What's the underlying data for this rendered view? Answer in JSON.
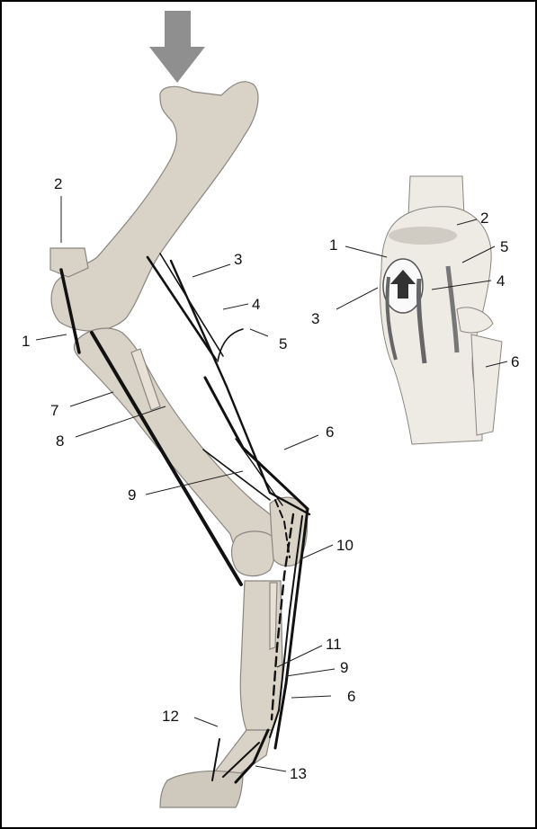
{
  "figure": {
    "main_labels": [
      {
        "id": "main-label-2",
        "text": "2"
      },
      {
        "id": "main-label-1",
        "text": "1"
      },
      {
        "id": "main-label-3",
        "text": "3"
      },
      {
        "id": "main-label-4",
        "text": "4"
      },
      {
        "id": "main-label-5",
        "text": "5"
      },
      {
        "id": "main-label-7",
        "text": "7"
      },
      {
        "id": "main-label-8",
        "text": "8"
      },
      {
        "id": "main-label-6a",
        "text": "6"
      },
      {
        "id": "main-label-9a",
        "text": "9"
      },
      {
        "id": "main-label-10",
        "text": "10"
      },
      {
        "id": "main-label-11",
        "text": "11"
      },
      {
        "id": "main-label-9b",
        "text": "9"
      },
      {
        "id": "main-label-6b",
        "text": "6"
      },
      {
        "id": "main-label-12",
        "text": "12"
      },
      {
        "id": "main-label-13",
        "text": "13"
      }
    ],
    "inset_labels": [
      {
        "id": "inset-label-1",
        "text": "1"
      },
      {
        "id": "inset-label-2",
        "text": "2"
      },
      {
        "id": "inset-label-5",
        "text": "5"
      },
      {
        "id": "inset-label-4",
        "text": "4"
      },
      {
        "id": "inset-label-3",
        "text": "3"
      },
      {
        "id": "inset-label-6",
        "text": "6"
      }
    ],
    "colors": {
      "bone_fill": "#d9d2c6",
      "outline": "#8a8580",
      "tendon": "#111111",
      "arrow": "#8f8f8f",
      "label": "#111111"
    }
  }
}
